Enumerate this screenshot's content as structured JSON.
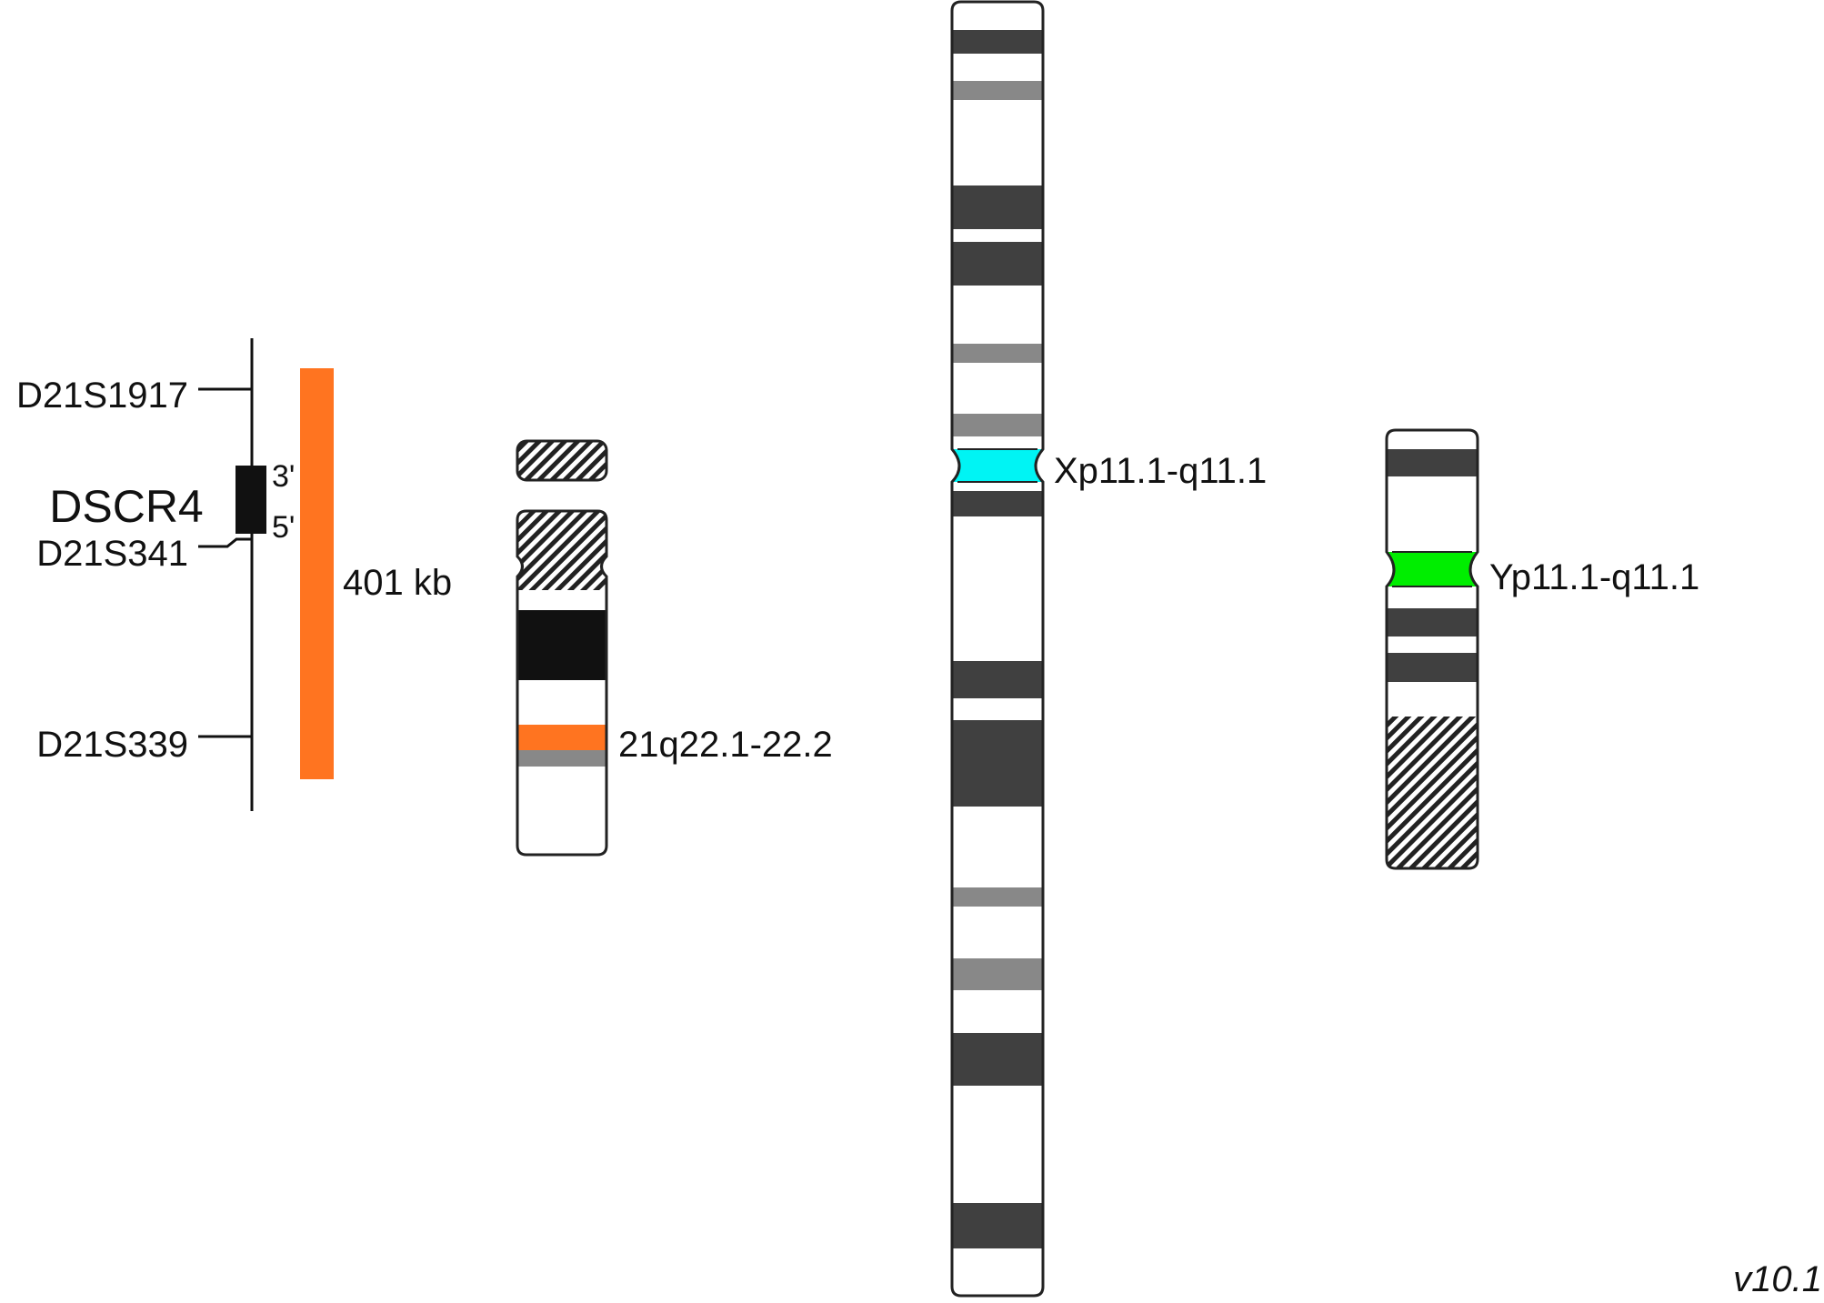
{
  "colors": {
    "dark_band": "#404040",
    "gray_band": "#888888",
    "black": "#111111",
    "probe": "#ff7420",
    "x_centromere": "#00f4f4",
    "y_centromere": "#00ee00",
    "outline": "#222222"
  },
  "map": {
    "markers": [
      "D21S1917",
      "D21S341",
      "D21S339"
    ],
    "gene": "DSCR4",
    "gene_end_top": "3'",
    "gene_end_bottom": "5'",
    "probe_size": "401 kb"
  },
  "chromosomes": {
    "chr21_label": "21q22.1-22.2",
    "chrX_label": "Xp11.1-q11.1",
    "chrY_label": "Yp11.1-q11.1"
  },
  "version": "v10.1"
}
